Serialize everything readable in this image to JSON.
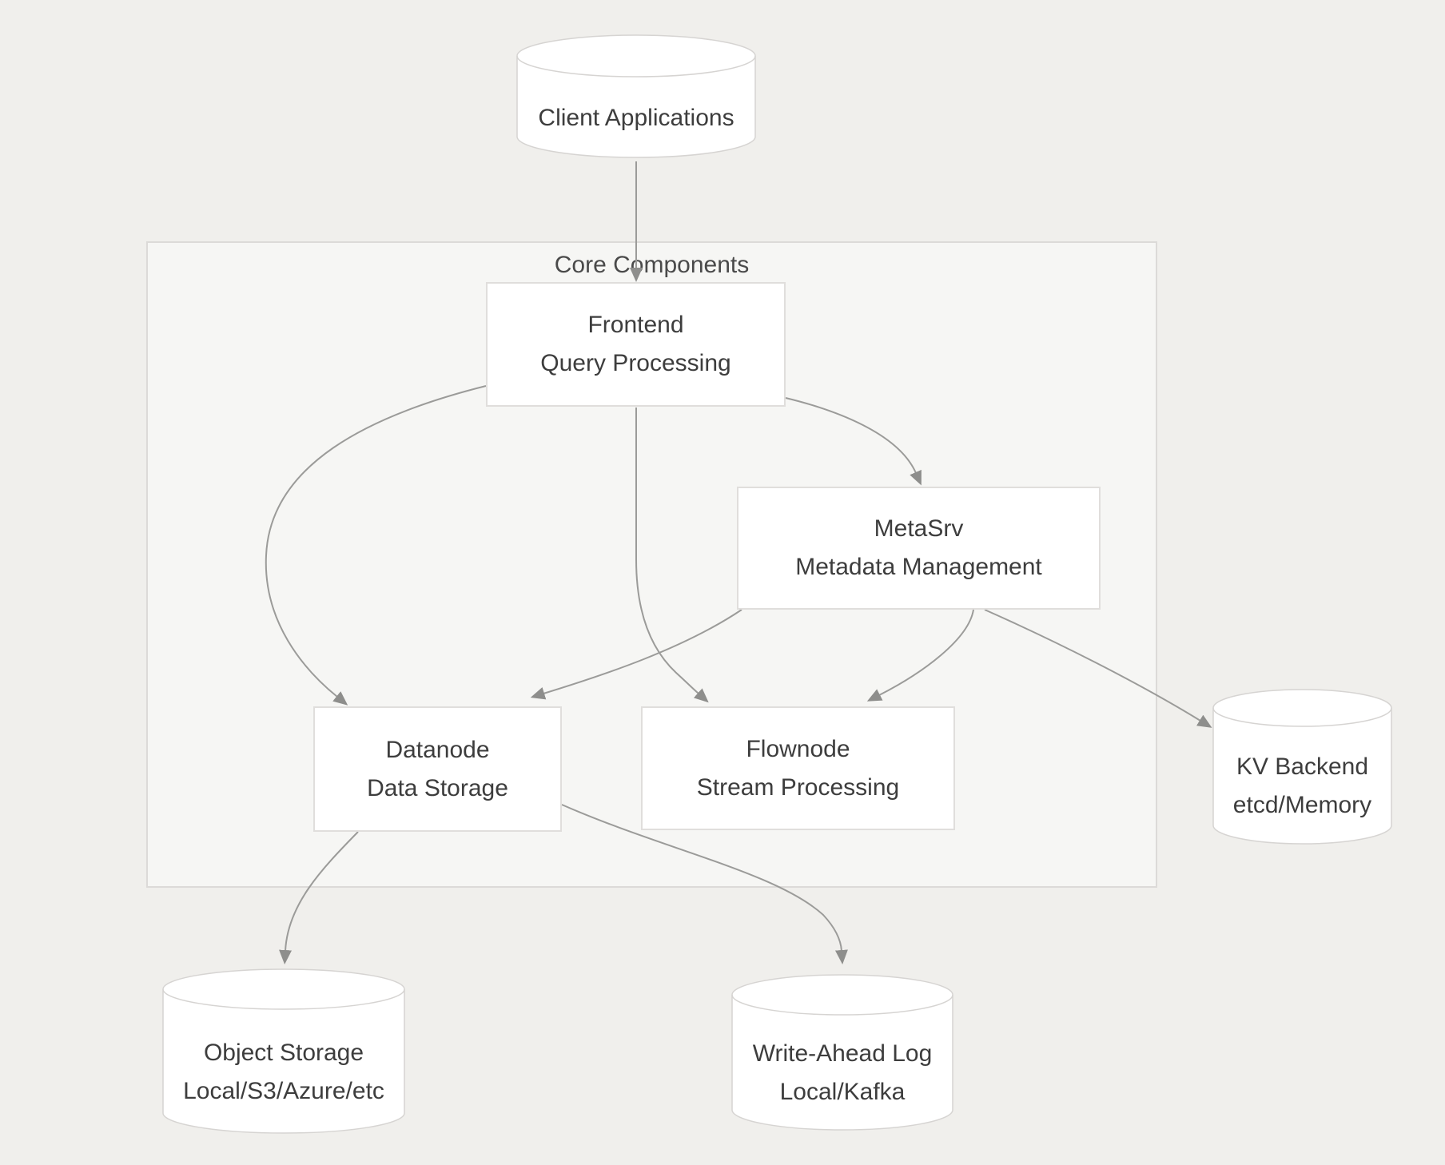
{
  "container": {
    "label": "Core Components"
  },
  "nodes": {
    "client": {
      "line1": "Client Applications"
    },
    "frontend": {
      "line1": "Frontend",
      "line2": "Query Processing"
    },
    "metasrv": {
      "line1": "MetaSrv",
      "line2": "Metadata Management"
    },
    "datanode": {
      "line1": "Datanode",
      "line2": "Data Storage"
    },
    "flownode": {
      "line1": "Flownode",
      "line2": "Stream Processing"
    },
    "kv_backend": {
      "line1": "KV Backend",
      "line2": "etcd/Memory"
    },
    "object_storage": {
      "line1": "Object Storage",
      "line2": "Local/S3/Azure/etc"
    },
    "write_ahead_log": {
      "line1": "Write-Ahead Log",
      "line2": "Local/Kafka"
    }
  },
  "edges": [
    {
      "from": "Client Applications",
      "to": "Frontend"
    },
    {
      "from": "Frontend",
      "to": "Datanode"
    },
    {
      "from": "Frontend",
      "to": "Flownode"
    },
    {
      "from": "Frontend",
      "to": "MetaSrv"
    },
    {
      "from": "MetaSrv",
      "to": "Datanode"
    },
    {
      "from": "MetaSrv",
      "to": "Flownode"
    },
    {
      "from": "MetaSrv",
      "to": "KV Backend"
    },
    {
      "from": "Datanode",
      "to": "Object Storage"
    },
    {
      "from": "Datanode",
      "to": "Write-Ahead Log"
    }
  ],
  "colors": {
    "page_background": "#f0efec",
    "container_background": "#f6f6f4",
    "container_border": "#dcdad8",
    "node_fill": "#ffffff",
    "node_border": "#e0dedc",
    "cylinder_stroke": "#d6d4d2",
    "edge": "#9b9b99",
    "arrowhead": "#8e8e8c",
    "text": "#3d3d3d",
    "label_text": "#4a4a4a"
  }
}
